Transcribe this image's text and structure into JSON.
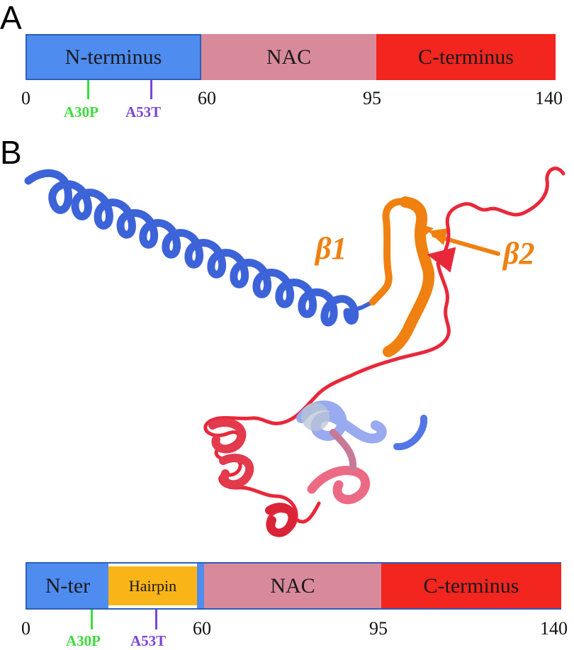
{
  "panelA": {
    "letter": "A",
    "segments": [
      {
        "label": "N-terminus",
        "color": "#4e8cf0"
      },
      {
        "label": "NAC",
        "color": "#d98a9a"
      },
      {
        "label": "C-terminus",
        "color": "#f2251f"
      }
    ],
    "ticks": [
      "0",
      "60",
      "95",
      "140"
    ],
    "mutations": [
      {
        "label": "A30P",
        "color": "#3bdc3b"
      },
      {
        "label": "A53T",
        "color": "#7b45d8"
      }
    ]
  },
  "panelB": {
    "letter": "B",
    "beta1": "β1",
    "beta2": "β2",
    "beta_color": "#f08010",
    "segments": [
      {
        "label": "N-ter",
        "color": "#4e8cf0"
      },
      {
        "label": "Hairpin",
        "color": "#f9b418"
      },
      {
        "label": "NAC",
        "color": "#d98a9a"
      },
      {
        "label": "C-terminus",
        "color": "#f2251f"
      }
    ],
    "ticks": [
      "0",
      "60",
      "95",
      "140"
    ],
    "mutations": [
      {
        "label": "A30P",
        "color": "#3bdc3b"
      },
      {
        "label": "A53T",
        "color": "#7b45d8"
      }
    ]
  }
}
